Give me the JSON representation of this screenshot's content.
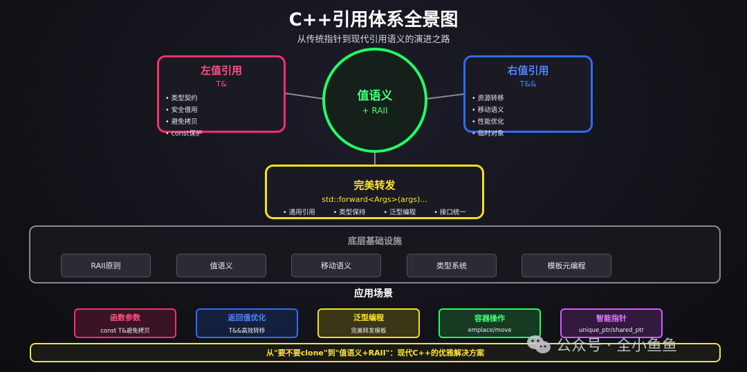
{
  "title": "C++引用体系全景图",
  "subtitle": "从传统指针到现代引用语义的演进之路",
  "lvalue": {
    "title": "左值引用",
    "notation": "T&",
    "items": [
      "类型契约",
      "安全借用",
      "避免拷贝",
      "const保护"
    ],
    "color": "#ff2e6e"
  },
  "rvalue": {
    "title": "右值引用",
    "notation": "T&&",
    "items": [
      "资源转移",
      "移动语义",
      "性能优化",
      "临时对象"
    ],
    "color": "#2f6bff"
  },
  "center": {
    "title": "值语义",
    "subtitle": "+ RAII",
    "color": "#22ff66"
  },
  "forwarding": {
    "title": "完美转发",
    "code": "std::forward<Args>(args)...",
    "items": [
      "通用引用",
      "类型保持",
      "泛型编程",
      "接口统一"
    ],
    "color": "#f5e21a"
  },
  "infrastructure": {
    "title": "底层基础设施",
    "items": [
      "RAII原则",
      "值语义",
      "移动语义",
      "类型系统",
      "模板元编程"
    ]
  },
  "scenarios": {
    "title": "应用场景",
    "items": [
      {
        "name": "函数参数",
        "desc": "const T&避免拷贝",
        "color": "#ff2e6e"
      },
      {
        "name": "返回值优化",
        "desc": "T&&高效转移",
        "color": "#2f6bff"
      },
      {
        "name": "泛型编程",
        "desc": "完美转发模板",
        "color": "#f5e21a"
      },
      {
        "name": "容器操作",
        "desc": "emplace/move",
        "color": "#22ff66"
      },
      {
        "name": "智能指针",
        "desc": "unique_ptr/shared_ptr",
        "color": "#d65cff"
      }
    ]
  },
  "banner": "从\"要不要clone\"到\"值语义+RAII\"：现代C++的优雅解决方案",
  "watermark": "公众号 · 全小鱼鱼"
}
